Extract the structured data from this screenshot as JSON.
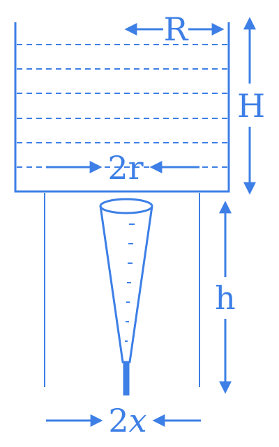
{
  "colors": {
    "stroke": "#3d7fe6",
    "background": "#ffffff"
  },
  "labels": {
    "R": "R",
    "H": "H",
    "r2": "2r",
    "h": "h",
    "x2": "2",
    "x_var": "x"
  }
}
